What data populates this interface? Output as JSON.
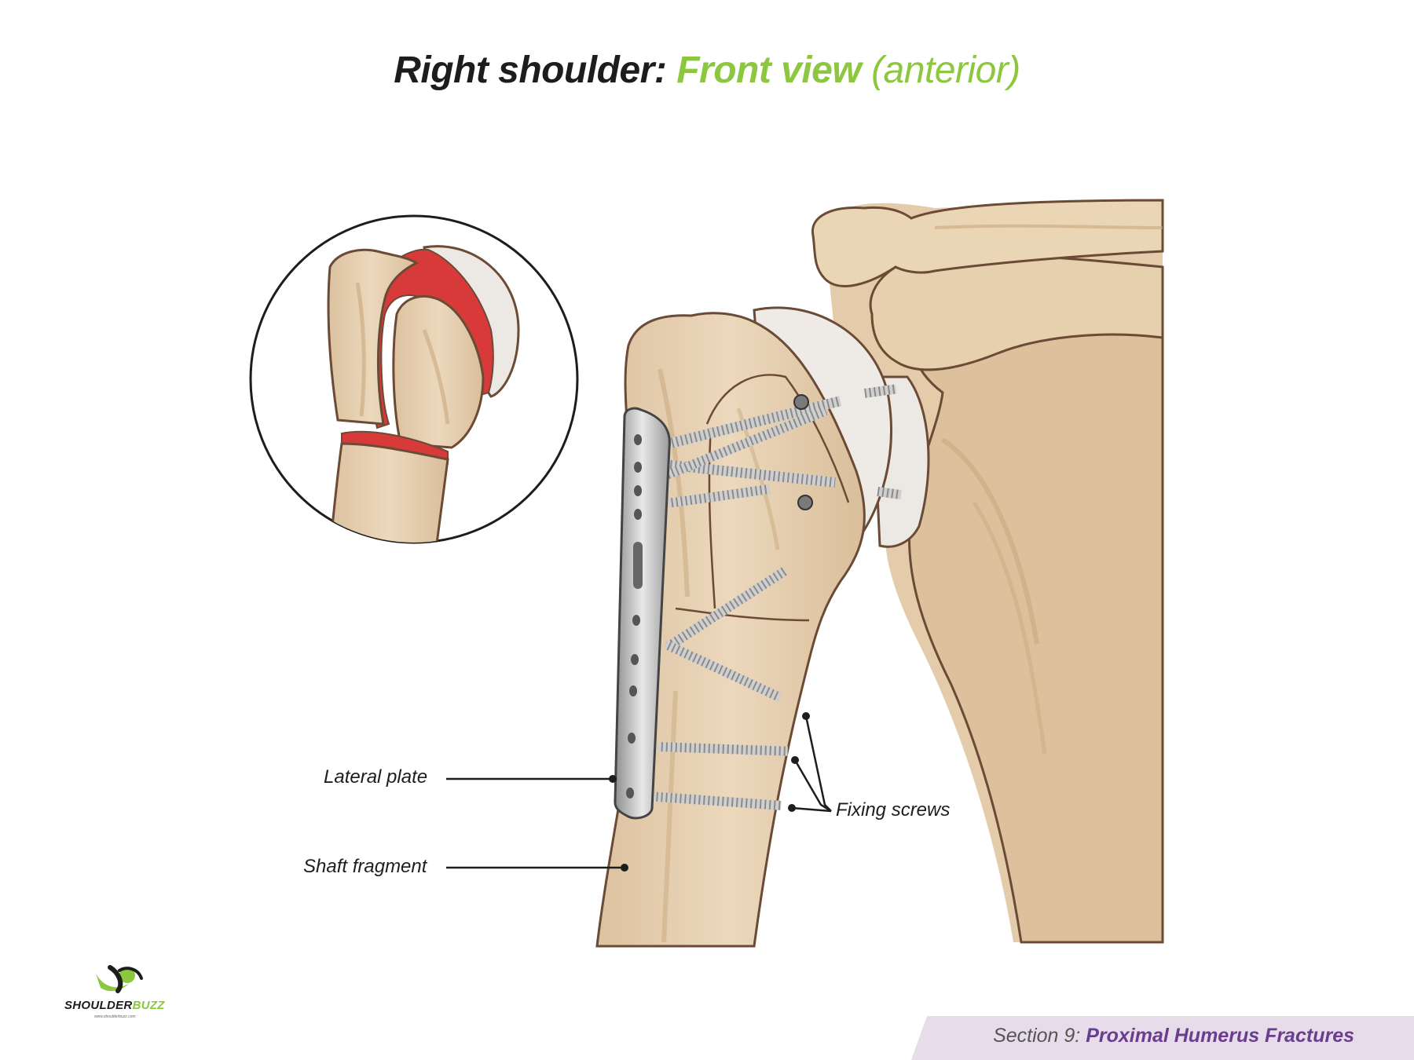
{
  "title": {
    "part1": "Right shoulder",
    "colon": ":",
    "part2": "Front view",
    "part3": "(anterior)"
  },
  "labels": {
    "lateral_plate": "Lateral plate",
    "shaft_fragment": "Shaft fragment",
    "fixing_screws": "Fixing screws"
  },
  "logo": {
    "brand_a": "SHOULDER",
    "brand_b": "BUZZ",
    "url": "www.shoulderbuzz.com"
  },
  "footer": {
    "section": "Section 9:",
    "topic": "Proximal Humerus Fractures"
  },
  "colors": {
    "bone": "#e8d2b2",
    "bone_shade": "#d6bb95",
    "outline": "#6b4a36",
    "fracture": "#d83a3a",
    "cartilage": "#ece9e4",
    "metal": "#c8c8c8",
    "accent_green": "#8dc63f",
    "accent_purple": "#6a3d8e",
    "footer_band": "#e6dcea"
  }
}
